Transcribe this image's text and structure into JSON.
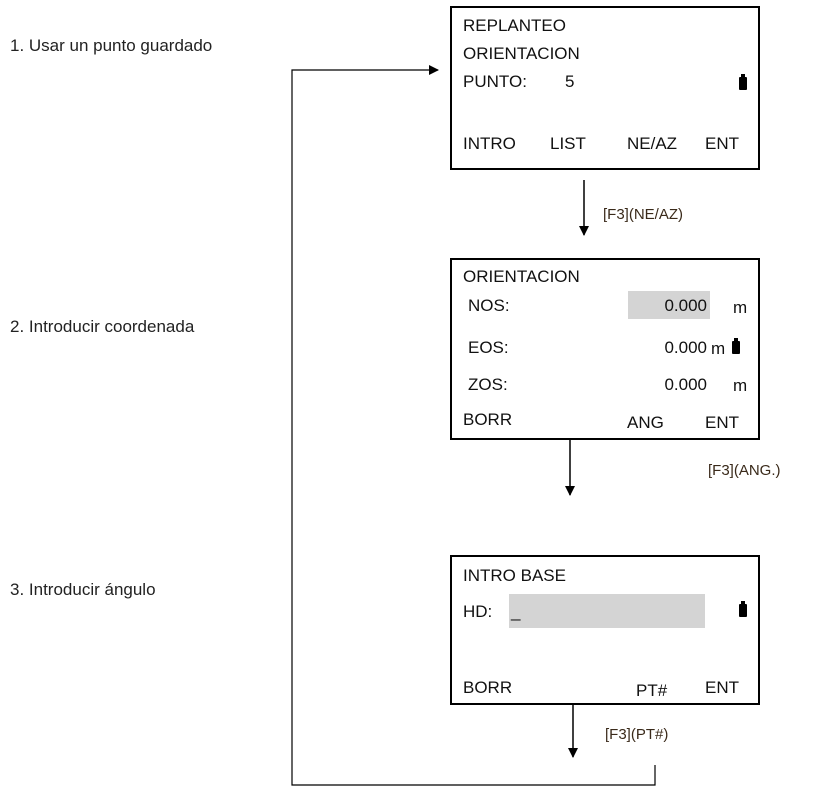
{
  "steps": [
    "1. Usar un punto guardado",
    "2. Introducir coordenada",
    "3. Introducir ángulo"
  ],
  "screen1": {
    "line1": "REPLANTEO",
    "line2": "ORIENTACION",
    "punto_label": "PUNTO:",
    "punto_value": "5",
    "softkeys": [
      "INTRO",
      "LIST",
      "NE/AZ",
      "ENT"
    ]
  },
  "screen2": {
    "title": "ORIENTACION",
    "rows": [
      {
        "label": "NOS:",
        "value": "0.000",
        "unit": "m"
      },
      {
        "label": "EOS:",
        "value": "0.000",
        "unit": "m"
      },
      {
        "label": "ZOS:",
        "value": "0.000",
        "unit": "m"
      }
    ],
    "softkeys": [
      "BORR",
      "ANG",
      "ENT"
    ]
  },
  "screen3": {
    "title": "INTRO BASE",
    "hd_label": "HD:",
    "cursor": "_",
    "softkeys": [
      "BORR",
      "PT#",
      "ENT"
    ]
  },
  "transitions": [
    "[F3](NE/AZ)",
    "[F3](ANG.)",
    "[F3](PT#)"
  ],
  "icons": [
    "battery-icon",
    "arrow-down-icon",
    "arrow-right-icon"
  ]
}
